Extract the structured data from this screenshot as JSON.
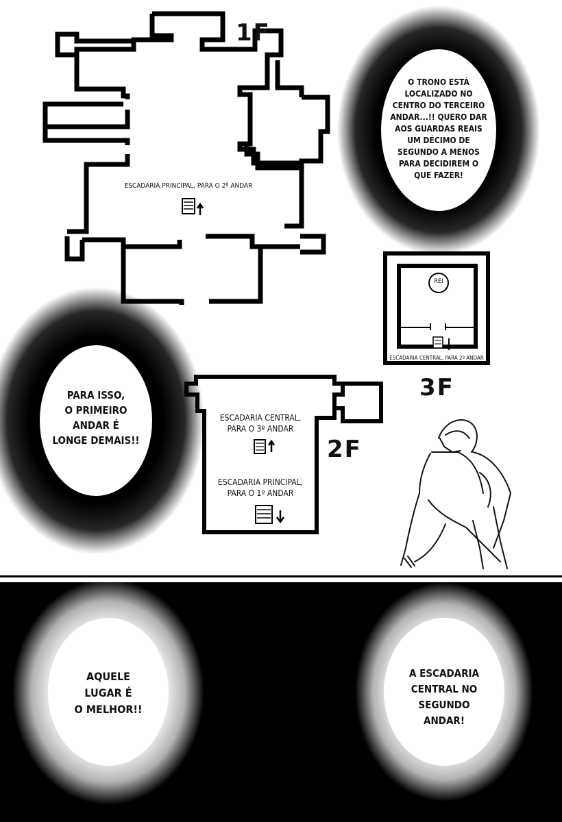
{
  "floor_labels": {
    "first": "1F",
    "second": "2F",
    "third": "3F"
  },
  "map_labels": {
    "first_floor_stairs": "ESCADARIA PRINCIPAL, PARA O 2º ANDAR",
    "third_floor_king": "REI",
    "third_floor_stairs": "ESCADARIA CENTRAL, PARA 2º ANDAR",
    "second_floor_central_stairs_1": "ESCADARIA CENTRAL,",
    "second_floor_central_stairs_2": "PARA O 3º ANDAR",
    "second_floor_main_stairs_1": "ESCADARIA PRINCIPAL,",
    "second_floor_main_stairs_2": "PARA O 1º ANDAR"
  },
  "bubbles": {
    "throne": [
      "O TRONO ESTÁ",
      "LOCALIZADO NO",
      "CENTRO DO TERCEIRO",
      "ANDAR...!! QUERO DAR",
      "AOS GUARDAS REAIS",
      "UM DÉCIMO DE",
      "SEGUNDO A MENOS",
      "PARA DECIDIREM O",
      "QUE FAZER!"
    ],
    "first_floor": [
      "PARA ISSO,",
      "O PRIMEIRO",
      "ANDAR É",
      "LONGE DEMAIS!!"
    ],
    "best_place": [
      "AQUELE",
      "LUGAR É",
      "O MELHOR!!"
    ],
    "central_stairs": [
      "A ESCADARIA",
      "CENTRAL NO",
      "SEGUNDO",
      "ANDAR!"
    ]
  }
}
